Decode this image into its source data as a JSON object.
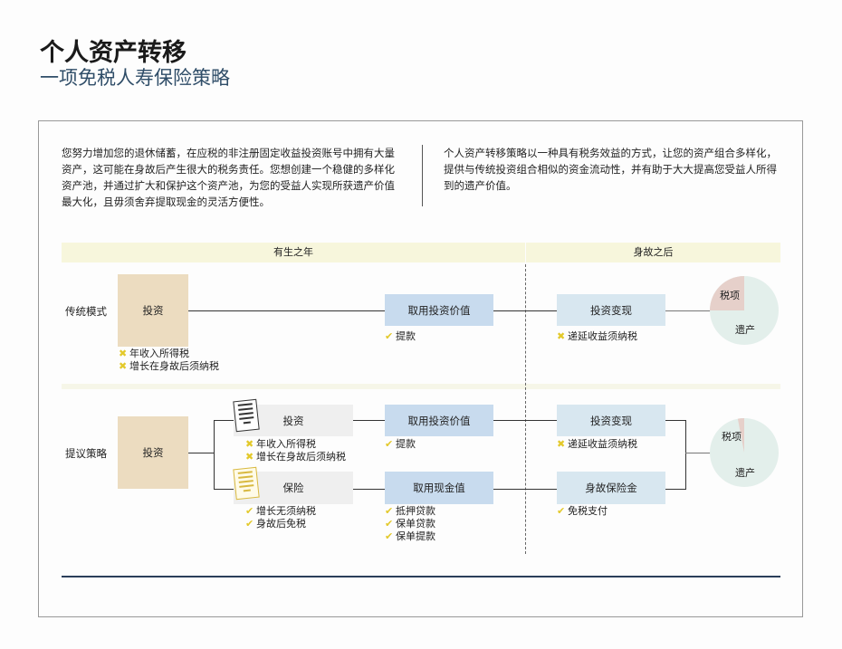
{
  "header": {
    "title": "个人资产转移",
    "subtitle": "一项免税人寿保险策略"
  },
  "intro": {
    "left": "您努力增加您的退休储蓄，在应税的非注册固定收益投资账号中拥有大量资产，这可能在身故后产生很大的税务责任。您想创建一个稳健的多样化资产池，并通过扩大和保护这个资产池，为您的受益人实现所获遗产价值最大化，且毋须舍弃提取现金的灵活方便性。",
    "right": "个人资产转移策略以一种具有税务效益的方式，让您的资产组合多样化，提供与传统投资组合相似的资金流动性，并有助于大大提高您受益人所得到的遗产价值。"
  },
  "phases": {
    "lifetime": "有生之年",
    "after_death": "身故之后"
  },
  "traditional": {
    "label": "传统模式",
    "invest": "投资",
    "invest_notes": [
      "年收入所得税",
      "增长在身故后须纳税"
    ],
    "access": "取用投资价值",
    "access_notes": [
      "提款"
    ],
    "liquidate": "投资变现",
    "liquidate_notes": [
      "递延收益须纳税"
    ],
    "pie": {
      "tax_label": "税项",
      "estate_label": "遗产",
      "tax_fraction": 0.25
    }
  },
  "proposed": {
    "label": "提议策略",
    "invest": "投资",
    "branch_invest": "投资",
    "branch_invest_notes": [
      "年收入所得税",
      "增长在身故后须纳税"
    ],
    "access_invest": "取用投资价值",
    "access_invest_notes": [
      "提款"
    ],
    "liquidate": "投资变现",
    "liquidate_notes": [
      "递延收益须纳税"
    ],
    "branch_insurance": "保险",
    "branch_insurance_notes": [
      "增长无须纳税",
      "身故后免税"
    ],
    "access_cash": "取用现金值",
    "access_cash_notes": [
      "抵押贷款",
      "保单贷款",
      "保单提款"
    ],
    "death_benefit": "身故保险金",
    "death_benefit_notes": [
      "免税支付"
    ],
    "pie": {
      "tax_label": "税项",
      "estate_label": "遗产",
      "tax_fraction": 0.03
    }
  },
  "colors": {
    "tax": "#e6d0ca",
    "estate": "#e3efeb",
    "check": "#e3c92a"
  }
}
